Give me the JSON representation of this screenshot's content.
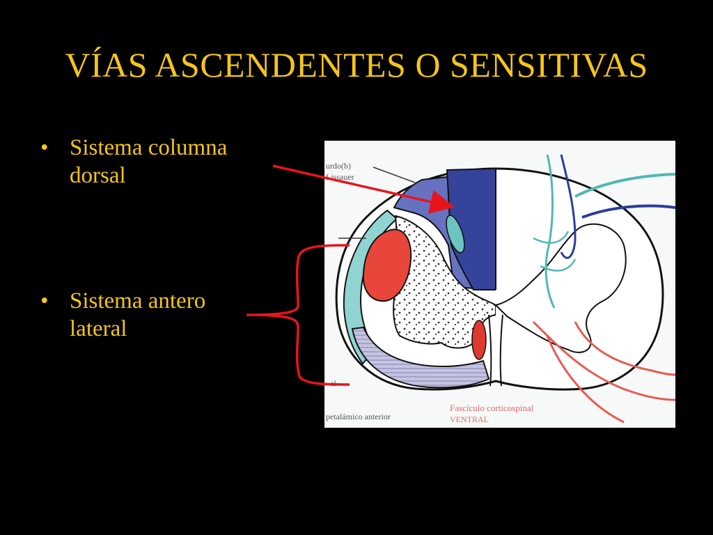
{
  "slide": {
    "title": "VÍAS ASCENDENTES O SENSITIVAS",
    "bullets": [
      {
        "marker": "•",
        "text_line1": "Sistema columna",
        "text_line2": "dorsal"
      },
      {
        "marker": "•",
        "text_line1": "Sistema antero",
        "text_line2": "lateral"
      }
    ]
  },
  "colors": {
    "background": "#000000",
    "text": "#f5c518",
    "arrow": "#e8141c",
    "dorsal_column": "#3a4a9a",
    "dorsal_column_light": "#5c68b8",
    "spinothalamic": "#e8463a",
    "teal": "#6cc4c0",
    "lavender": "#b4b4d8"
  },
  "diagram_labels": {
    "top_left_1": "urdo(b)",
    "top_left_2": "Lissauer",
    "bottom_left": "petalámico anterior",
    "bottom_center_1": "Fascículo corticospinal",
    "bottom_center_2": "VENTRAL",
    "left_edge": "al"
  }
}
